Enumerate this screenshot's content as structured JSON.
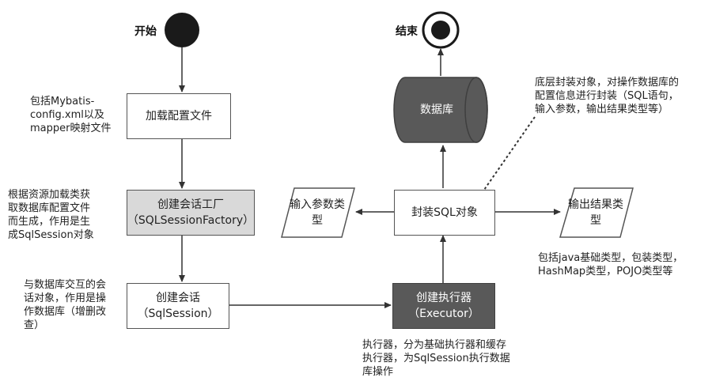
{
  "start": {
    "label": "开始"
  },
  "end": {
    "label": "结束"
  },
  "left_flow": [
    {
      "line1": "加载配置文件",
      "line2": ""
    },
    {
      "line1": "创建会话工厂",
      "line2": "（SQLSessionFactory）"
    },
    {
      "line1": "创建会话",
      "line2": "（SqlSession）"
    }
  ],
  "executor": {
    "line1": "创建执行器",
    "line2": "（Executor）"
  },
  "sql_object": {
    "label": "封装SQL对象"
  },
  "database": {
    "label": "数据库"
  },
  "input_type": {
    "line1": "输入参数类",
    "line2": "型"
  },
  "output_type": {
    "line1": "输出结果类",
    "line2": "型"
  },
  "notes": {
    "config": [
      "包括Mybatis-",
      "config.xml以及",
      "mapper映射文件"
    ],
    "factory": [
      "根据资源加载类获",
      "取数据库配置文件",
      "而生成，作用是生",
      "成SqlSession对象"
    ],
    "session": [
      "与数据库交互的会",
      "话对象，作用是操",
      "作数据库（增删改",
      "查）"
    ],
    "executor": [
      "执行器，分为基础执行器和缓存",
      "执行器，为SqlSession执行数据",
      "库操作"
    ],
    "sql_object": [
      "底层封装对象，对操作数据库的",
      "配置信息进行封装（SQL语句，",
      "输入参数，输出结果类型等）"
    ],
    "output": [
      "包括java基础类型，包装类型，",
      "HashMap类型，POJO类型等"
    ]
  }
}
